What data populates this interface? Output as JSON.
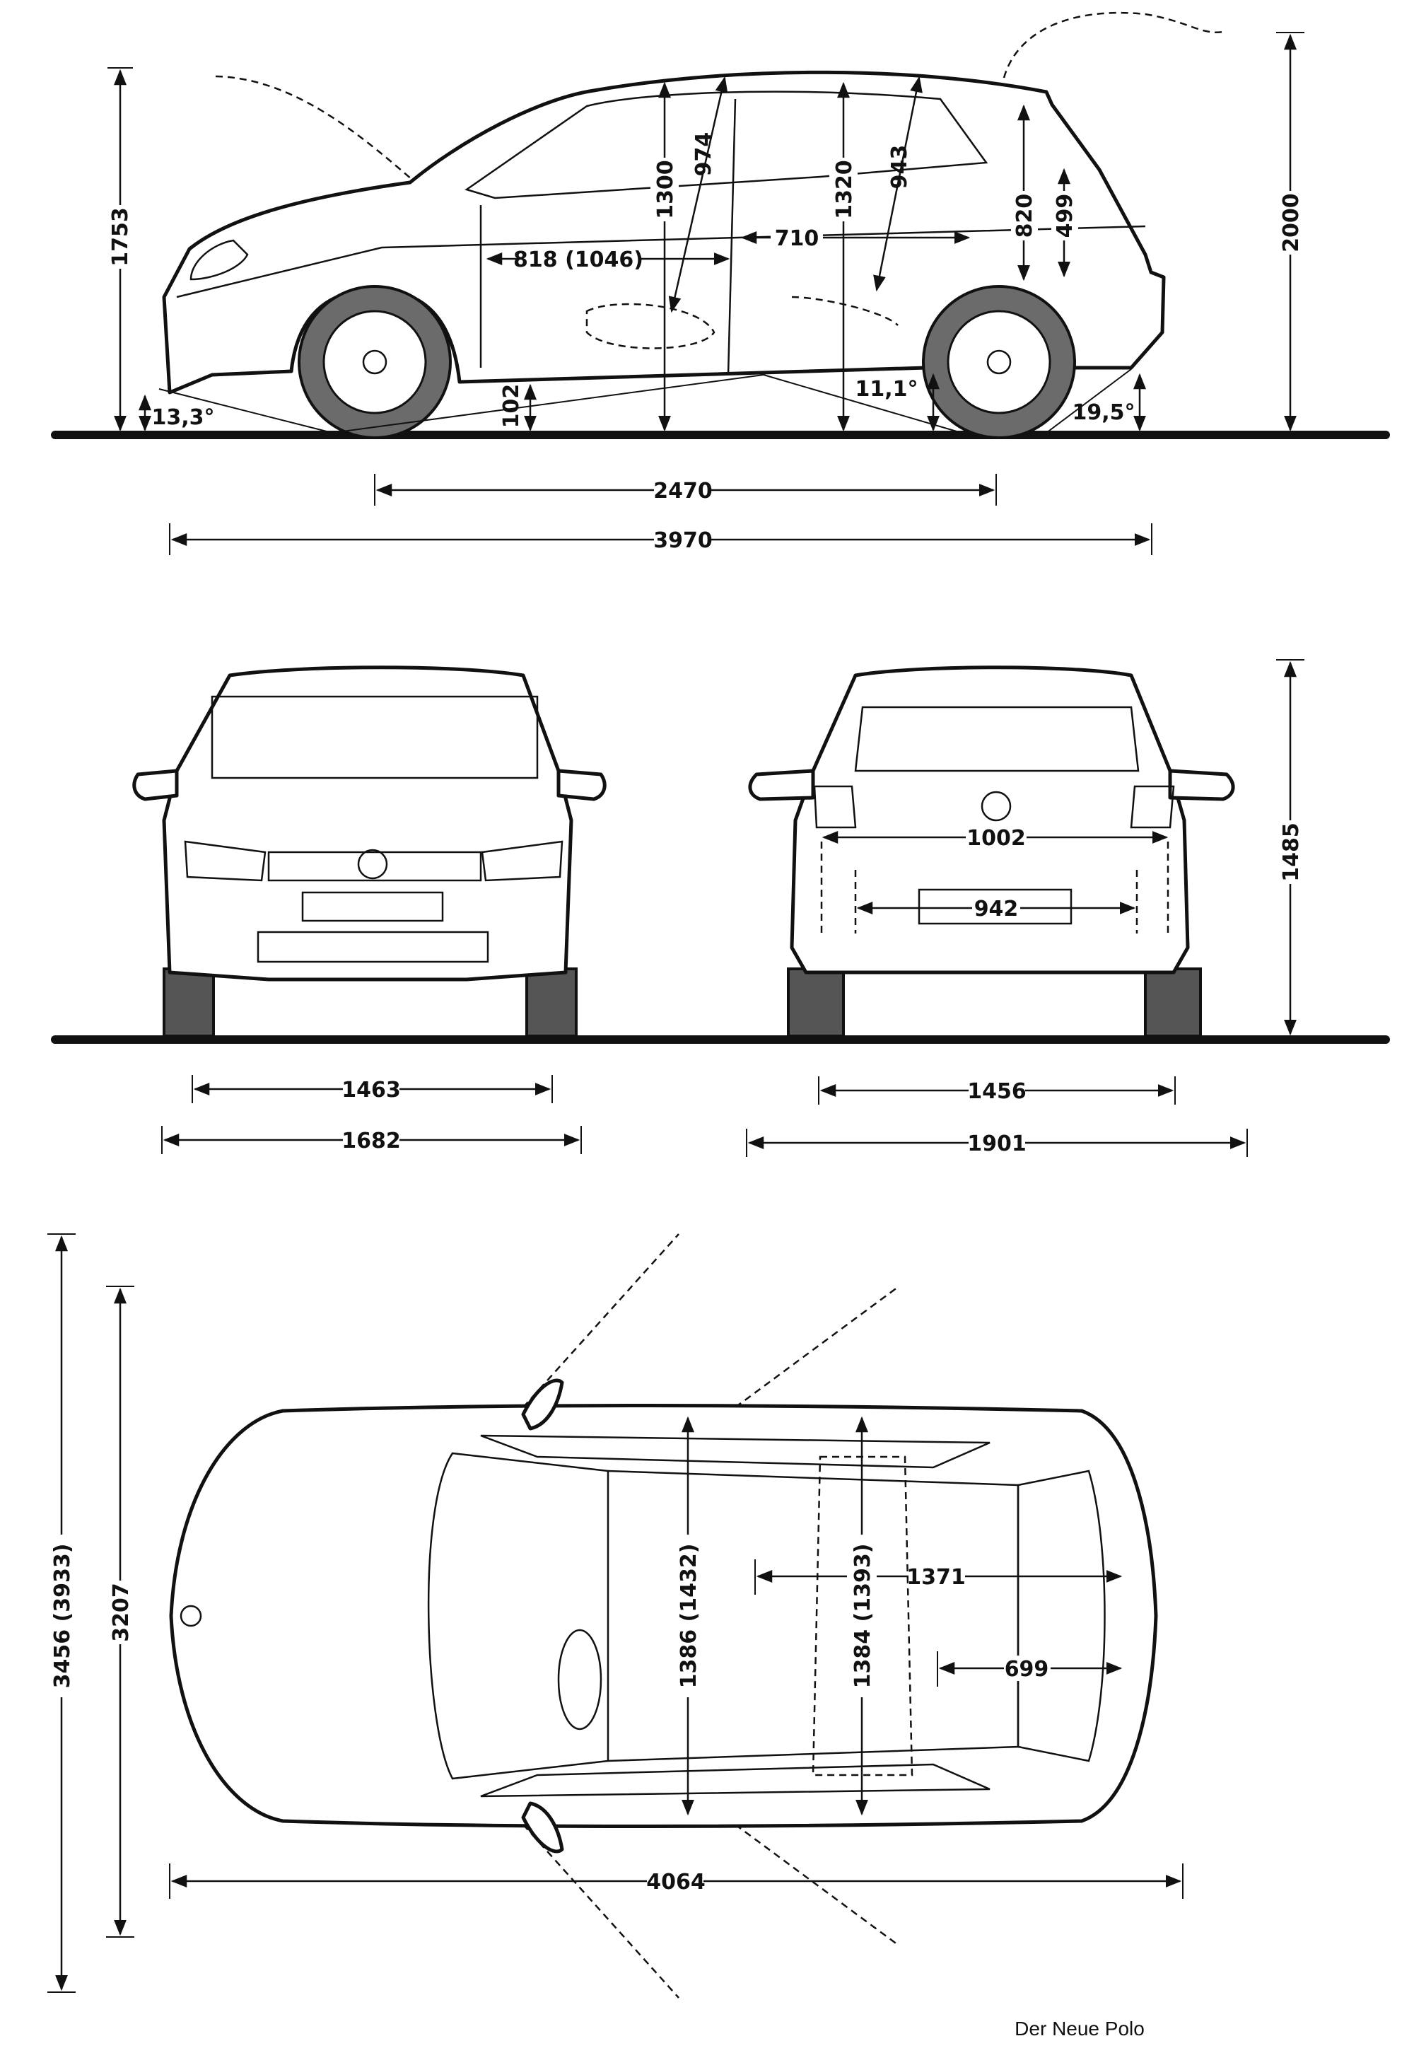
{
  "side_view": {
    "overall_height": "1753",
    "height_open_tailgate": "2000",
    "wheelbase": "2470",
    "length": "3970",
    "front_height_interior": "1300",
    "front_headroom": "974",
    "rear_height_interior": "1320",
    "rear_headroom": "943",
    "load_sill_height": "820",
    "trunk_opening_height": "499",
    "front_legroom": "818 (1046)",
    "rear_legroom": "710",
    "ground_clearance": "102",
    "approach_angle": "13,3°",
    "ramp_angle": "11,1°",
    "departure_angle": "19,5°"
  },
  "front_rear_view": {
    "front_track": "1463",
    "width": "1682",
    "rear_track": "1456",
    "width_with_mirrors": "1901",
    "trunk_width": "1002",
    "trunk_opening_width": "942",
    "height": "1485"
  },
  "top_view": {
    "turning_width_open_doors": "3456 (3933)",
    "width_doors_open": "3207",
    "front_elbow_width": "1386 (1432)",
    "rear_elbow_width": "1384 (1393)",
    "cargo_length": "1371",
    "cargo_length_seats_up": "699",
    "length": "4064"
  },
  "caption": "Der Neue Polo"
}
